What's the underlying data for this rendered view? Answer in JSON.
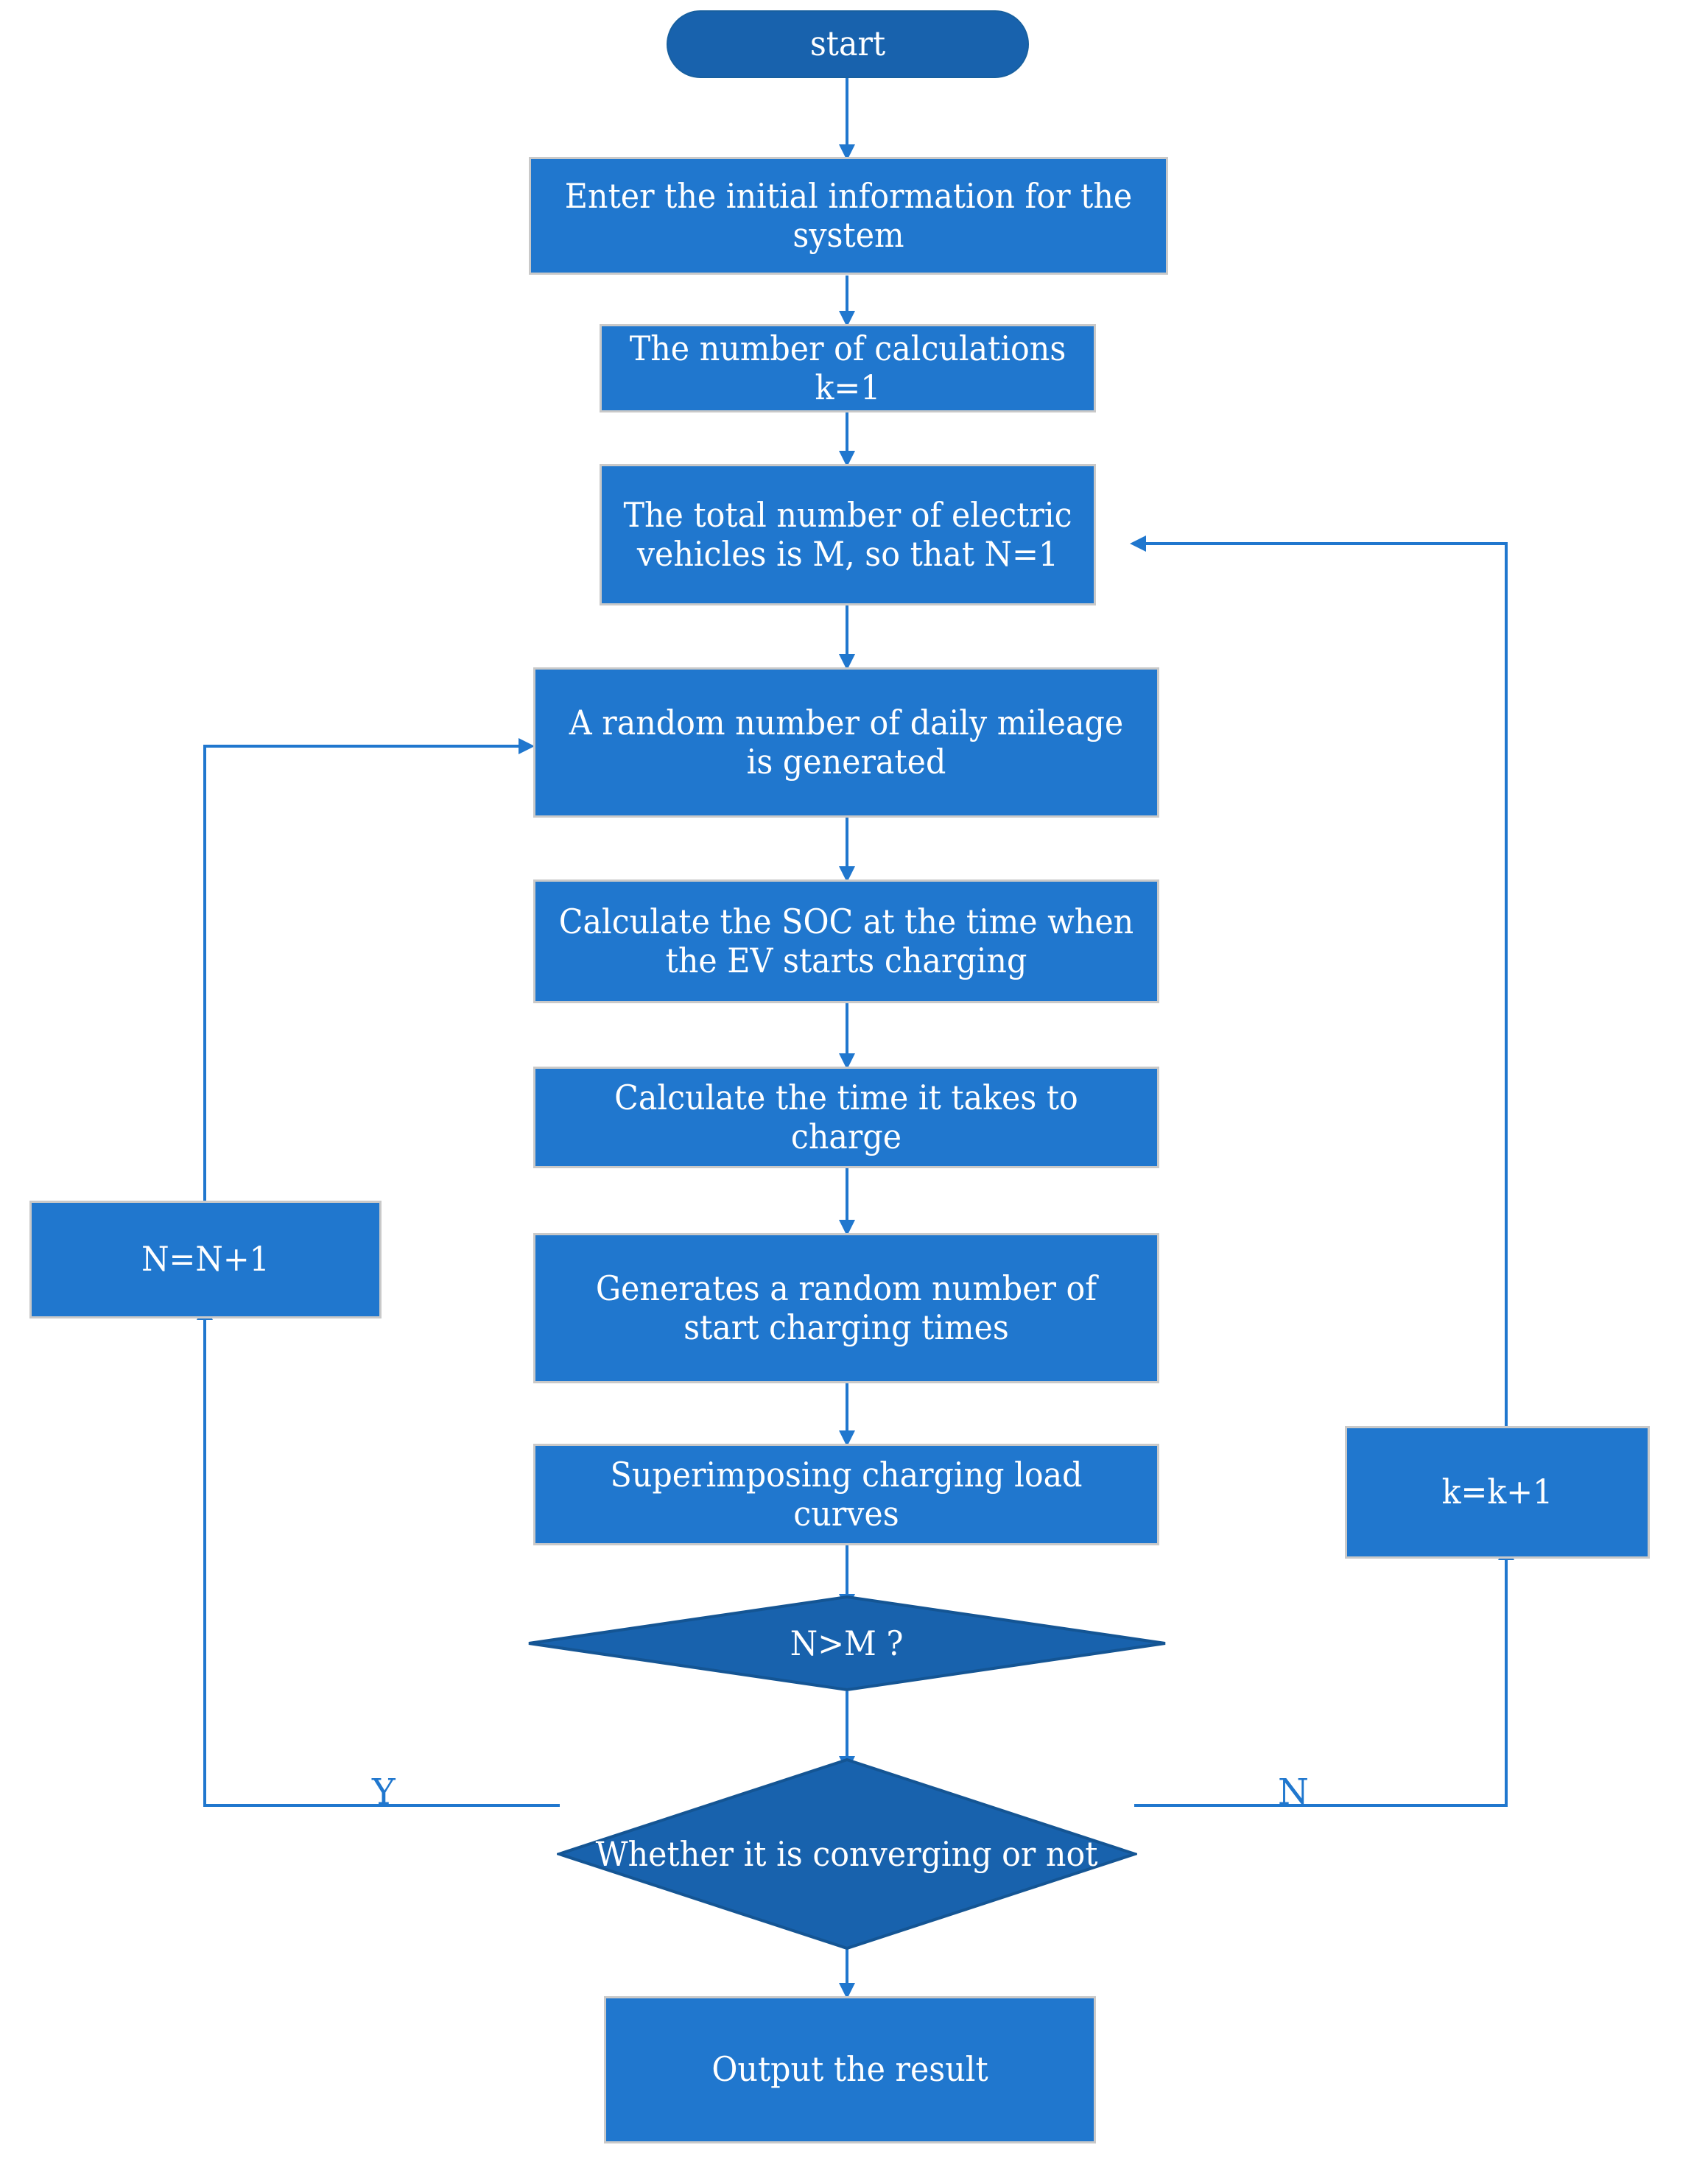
{
  "diagram": {
    "title": "EV charging load Monte-Carlo simulation flowchart",
    "colors": {
      "process_fill": "#2077CE",
      "process_border": "#C9C9C9",
      "terminal_fill": "#1862AD",
      "decision_fill": "#1862AD",
      "decision_border": "#145594",
      "connector": "#2077CE",
      "label_text": "#2077CE",
      "node_text": "#FFFFFF",
      "background": "#FFFFFF"
    },
    "nodes": {
      "start": {
        "label": "start",
        "shape": "terminator"
      },
      "enter_info": {
        "label": "Enter the initial information for the system",
        "shape": "process"
      },
      "num_calc": {
        "label": "The number of calculations k=1",
        "shape": "process"
      },
      "total_ev": {
        "label": "The total number of electric vehicles is M, so that N=1",
        "shape": "process"
      },
      "random_mileage": {
        "label": "A random number of daily mileage is generated",
        "shape": "process"
      },
      "calc_soc": {
        "label": "Calculate the SOC at the time when the EV starts charging",
        "shape": "process"
      },
      "calc_time": {
        "label": "Calculate the time it takes to charge",
        "shape": "process"
      },
      "gen_start_times": {
        "label": "Generates a random number of start charging times",
        "shape": "process"
      },
      "superimpose": {
        "label": "Superimposing charging load curves",
        "shape": "process"
      },
      "n_increment": {
        "label": "N=N+1",
        "shape": "process"
      },
      "k_increment": {
        "label": "k=k+1",
        "shape": "process"
      },
      "decision_nm": {
        "label": "N>M ?",
        "shape": "decision"
      },
      "decision_converge": {
        "label": "Whether it is converging or not",
        "shape": "decision"
      },
      "output": {
        "label": "Output the result",
        "shape": "process"
      }
    },
    "edge_labels": {
      "yes": "Y",
      "no": "N"
    },
    "flow": [
      {
        "from": "start",
        "to": "enter_info"
      },
      {
        "from": "enter_info",
        "to": "num_calc"
      },
      {
        "from": "num_calc",
        "to": "total_ev"
      },
      {
        "from": "total_ev",
        "to": "random_mileage"
      },
      {
        "from": "random_mileage",
        "to": "calc_soc"
      },
      {
        "from": "calc_soc",
        "to": "calc_time"
      },
      {
        "from": "calc_time",
        "to": "gen_start_times"
      },
      {
        "from": "gen_start_times",
        "to": "superimpose"
      },
      {
        "from": "superimpose",
        "to": "decision_nm"
      },
      {
        "from": "decision_nm",
        "to": "decision_converge"
      },
      {
        "from": "decision_nm",
        "to": "n_increment",
        "label": ""
      },
      {
        "from": "n_increment",
        "to": "random_mileage"
      },
      {
        "from": "decision_converge",
        "to": "n_increment",
        "label": "Y"
      },
      {
        "from": "decision_converge",
        "to": "k_increment",
        "label": "N"
      },
      {
        "from": "k_increment",
        "to": "total_ev"
      },
      {
        "from": "decision_converge",
        "to": "output"
      }
    ]
  }
}
